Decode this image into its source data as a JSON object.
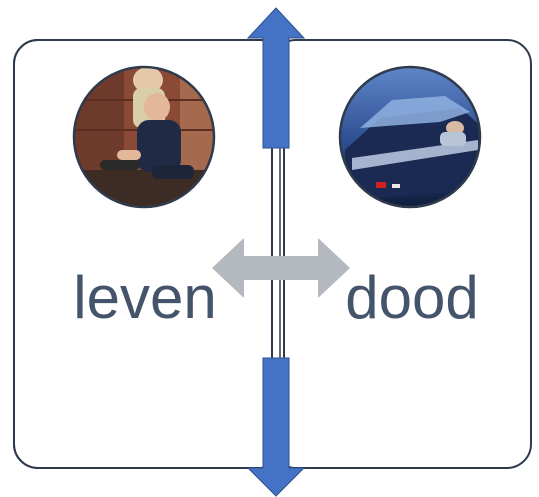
{
  "labels": {
    "left": "leven",
    "right": "dood"
  },
  "photos": {
    "left": "couple-photo",
    "right": "car-photo"
  },
  "colors": {
    "card_border": "#2f3b4c",
    "text": "#44546a",
    "arrow_blue": "#4472c4",
    "arrow_gray": "#b4b9c0"
  }
}
